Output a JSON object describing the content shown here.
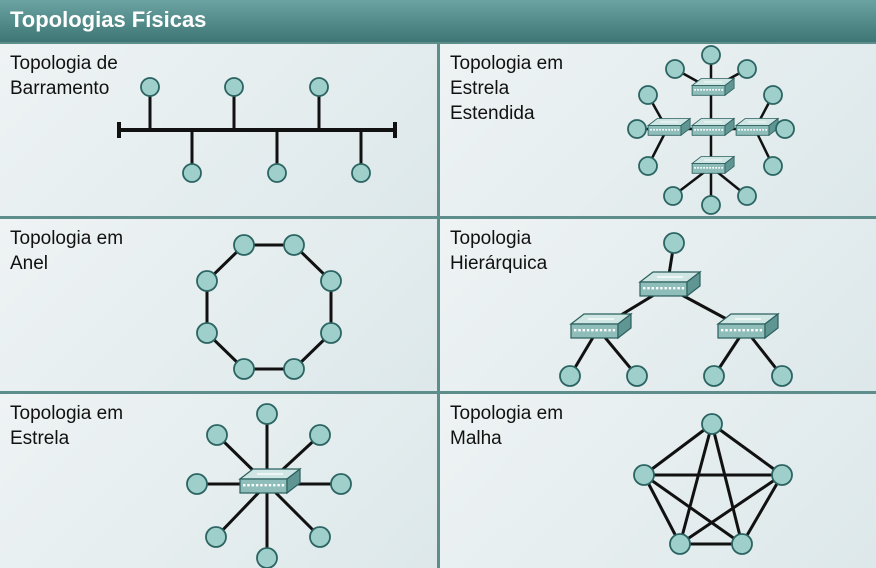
{
  "header": {
    "title": "Topologias Físicas"
  },
  "cells": {
    "bus": {
      "line1": "Topologia de",
      "line2": "Barramento"
    },
    "extended_star": {
      "line1": "Topologia em",
      "line2": "Estrela",
      "line3": "Estendida"
    },
    "ring": {
      "line1": "Topologia em",
      "line2": "Anel"
    },
    "hierarchical": {
      "line1": "Topologia",
      "line2": "Hierárquica"
    },
    "star": {
      "line1": "Topologia em",
      "line2": "Estrela"
    },
    "mesh": {
      "line1": "Topologia em",
      "line2": "Malha"
    }
  },
  "colors": {
    "header": "#4f8a88",
    "node": "#9fcfcb",
    "node_stroke": "#2b6462",
    "switch": "#9fc8c5",
    "line": "#111111"
  },
  "icons": [
    "host-node-icon",
    "switch-icon"
  ]
}
